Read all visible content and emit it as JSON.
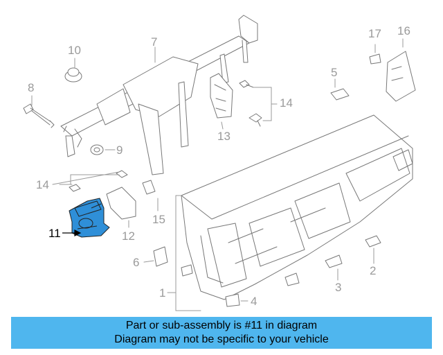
{
  "callouts": {
    "c1": "1",
    "c2": "2",
    "c3": "3",
    "c4": "4",
    "c5": "5",
    "c6": "6",
    "c7": "7",
    "c8": "8",
    "c9": "9",
    "c10": "10",
    "c11": "11",
    "c12": "12",
    "c13": "13",
    "c14a": "14",
    "c14b": "14",
    "c15": "15",
    "c16": "16",
    "c17": "17"
  },
  "highlight_color": "#2f8fd8",
  "banner": {
    "line1": "Part or sub-assembly is #11 in diagram",
    "line2": "Diagram may not be specific to your vehicle",
    "background": "#4fb6ee"
  }
}
